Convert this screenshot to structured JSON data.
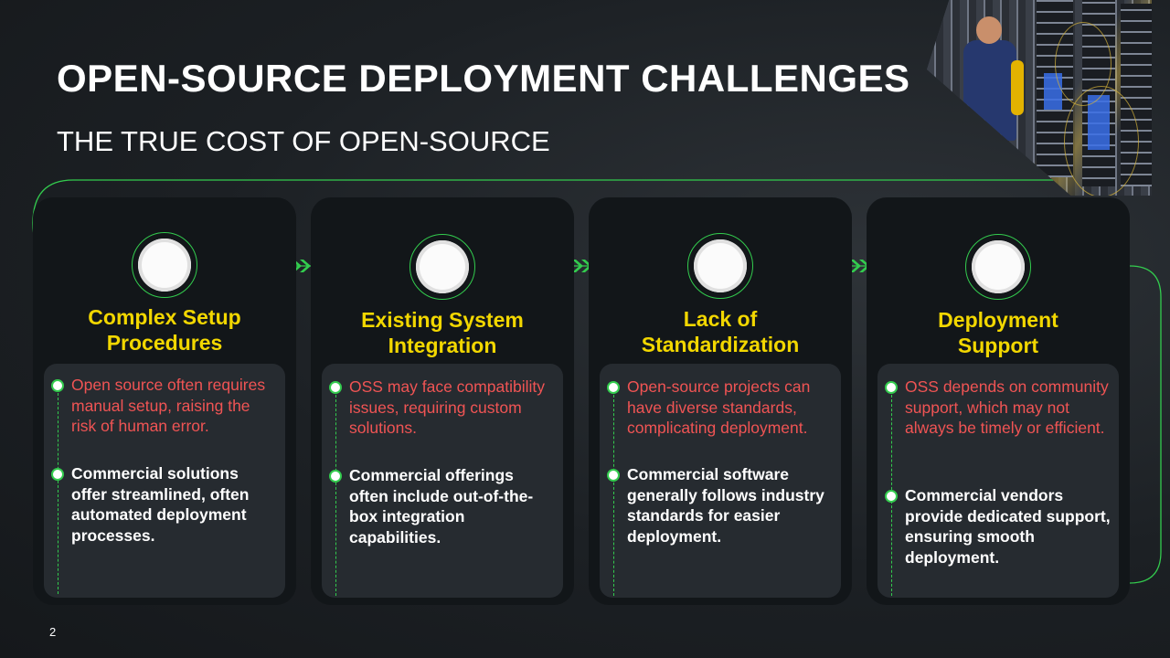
{
  "slide": {
    "title": "OPEN-SOURCE DEPLOYMENT CHALLENGES",
    "subtitle": "THE TRUE COST OF OPEN-SOURCE",
    "page_number": "2"
  },
  "colors": {
    "accent_green": "#33cc4e",
    "title_yellow": "#f2d700",
    "open_source_red": "#f05454",
    "card_bg": "#121619"
  },
  "cards": [
    {
      "title": "Complex Setup\nProcedures",
      "open_source_point": "Open source often requires manual setup, raising the risk of human error.",
      "commercial_point": "Commercial solutions offer streamlined, often automated deployment processes."
    },
    {
      "title": "Existing System\nIntegration",
      "open_source_point": "OSS may face compatibility issues, requiring custom solutions.",
      "commercial_point": "Commercial offerings often include out-of-the-box integration capabilities."
    },
    {
      "title": "Lack of\nStandardization",
      "open_source_point": "Open-source projects can have diverse standards, complicating deployment.",
      "commercial_point": "Commercial software generally follows industry standards for easier deployment."
    },
    {
      "title": "Deployment\nSupport",
      "open_source_point": "OSS depends on community support, which may not always be timely or efficient.",
      "commercial_point": "Commercial vendors provide dedicated support, ensuring smooth deployment."
    }
  ],
  "icons": {
    "arrow": "double-chevron-right-icon",
    "photo": "server-room-photo"
  }
}
